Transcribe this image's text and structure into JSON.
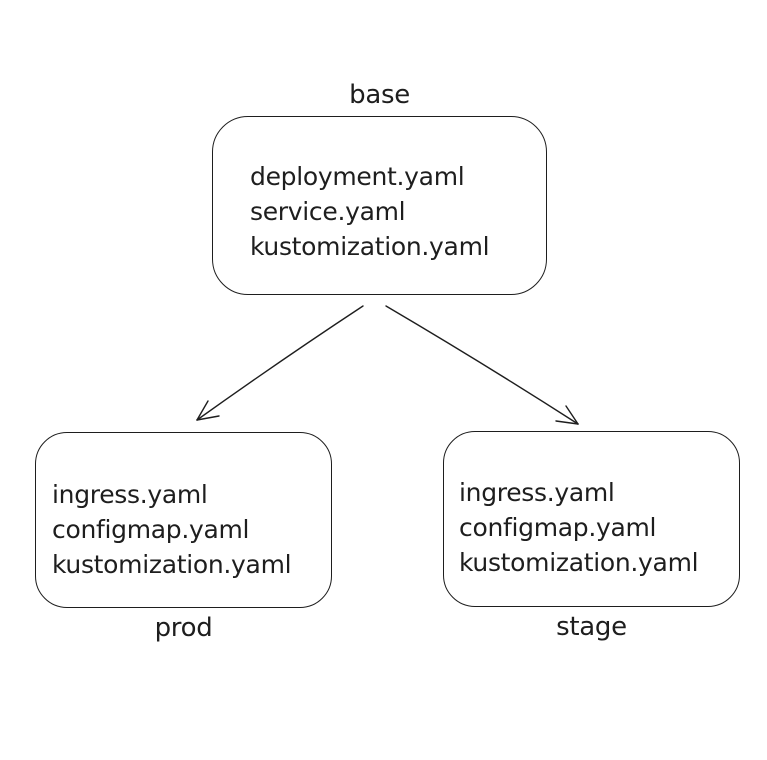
{
  "diagram": {
    "base": {
      "label": "base",
      "files": [
        "deployment.yaml",
        "service.yaml",
        "kustomization.yaml"
      ]
    },
    "prod": {
      "label": "prod",
      "files": [
        "ingress.yaml",
        "configmap.yaml",
        "kustomization.yaml"
      ]
    },
    "stage": {
      "label": "stage",
      "files": [
        "ingress.yaml",
        "configmap.yaml",
        "kustomization.yaml"
      ]
    },
    "colors": {
      "stroke": "#1e1e1e",
      "text": "#1e1e1e",
      "background": "#ffffff"
    }
  }
}
